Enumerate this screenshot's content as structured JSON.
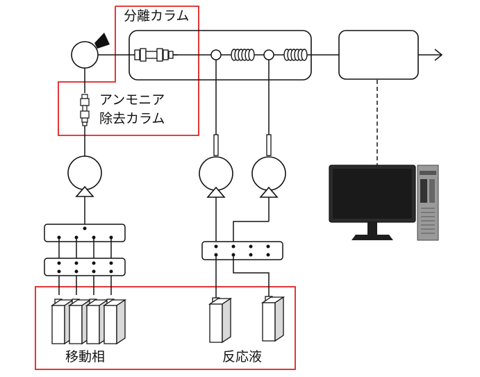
{
  "labels": {
    "separation_column": "分離カラム",
    "ammonia_removal_line1": "アンモニア",
    "ammonia_removal_line2": "除去カラム",
    "mobile_phase": "移動相",
    "reaction_liquid": "反応液"
  },
  "colors": {
    "line": "#111111",
    "highlight_box": "#e02020",
    "monitor_body": "#2b2b2b",
    "monitor_screen": "#1a1a1a",
    "tower_body": "#9a9a9a"
  },
  "icons": {
    "injector": "injector-valve-icon",
    "pump": "pump-icon",
    "bottle": "solvent-bottle-icon",
    "computer": "desktop-computer-icon"
  }
}
